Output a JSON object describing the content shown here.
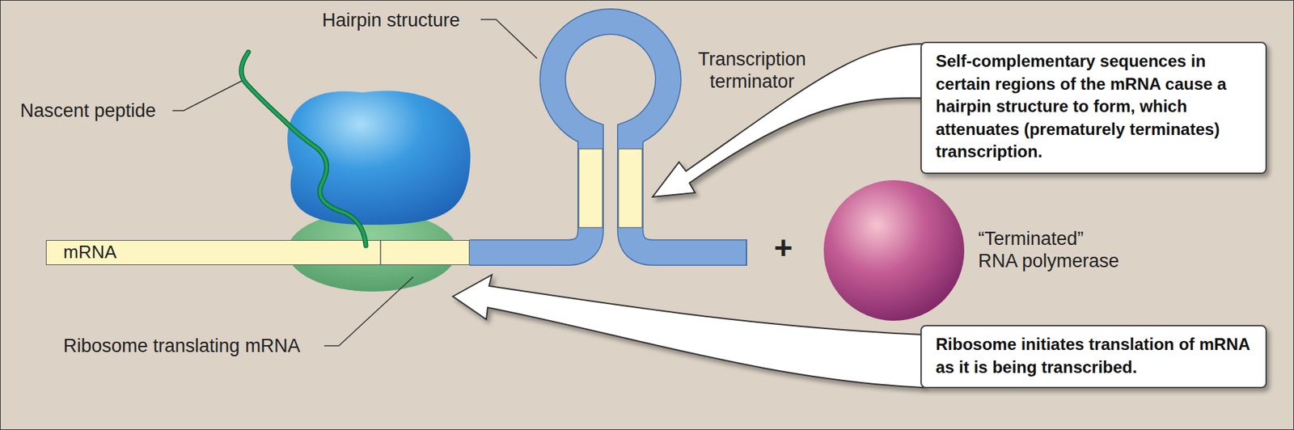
{
  "diagram": {
    "nodes": [
      {
        "text": [
          "mRNA"
        ]
      },
      {
        "text": [
          "“Terminated” RNA polymerase"
        ]
      },
      {
        "text": [
          "Self-complementary sequences in certain regions of the mRNA cause a hairpin structure to form, which attenuates (prematurely terminates) transcription."
        ]
      },
      {
        "text": [
          "Ribosome initiates translation of mRNA as it is being transcribed."
        ]
      }
    ],
    "labels": [
      "Hairpin structure",
      "Transcription terminator",
      "Nascent peptide",
      "+",
      "Ribosome translating mRNA"
    ]
  }
}
